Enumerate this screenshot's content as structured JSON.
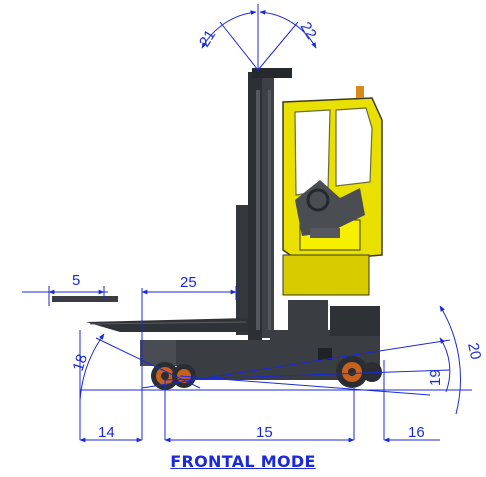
{
  "caption": "FRONTAL MODE",
  "dimensions": {
    "d5": "5",
    "d14": "14",
    "d15": "15",
    "d16": "16",
    "d18": "18",
    "d19": "19",
    "d20": "20",
    "d21": "21",
    "d22": "22",
    "d25": "25"
  },
  "colors": {
    "dimension_blue": "#1a2ad8",
    "body_yellow": "#f0e800",
    "chassis_dark": "#3a3d42",
    "wheel_orange": "#c8601e"
  }
}
